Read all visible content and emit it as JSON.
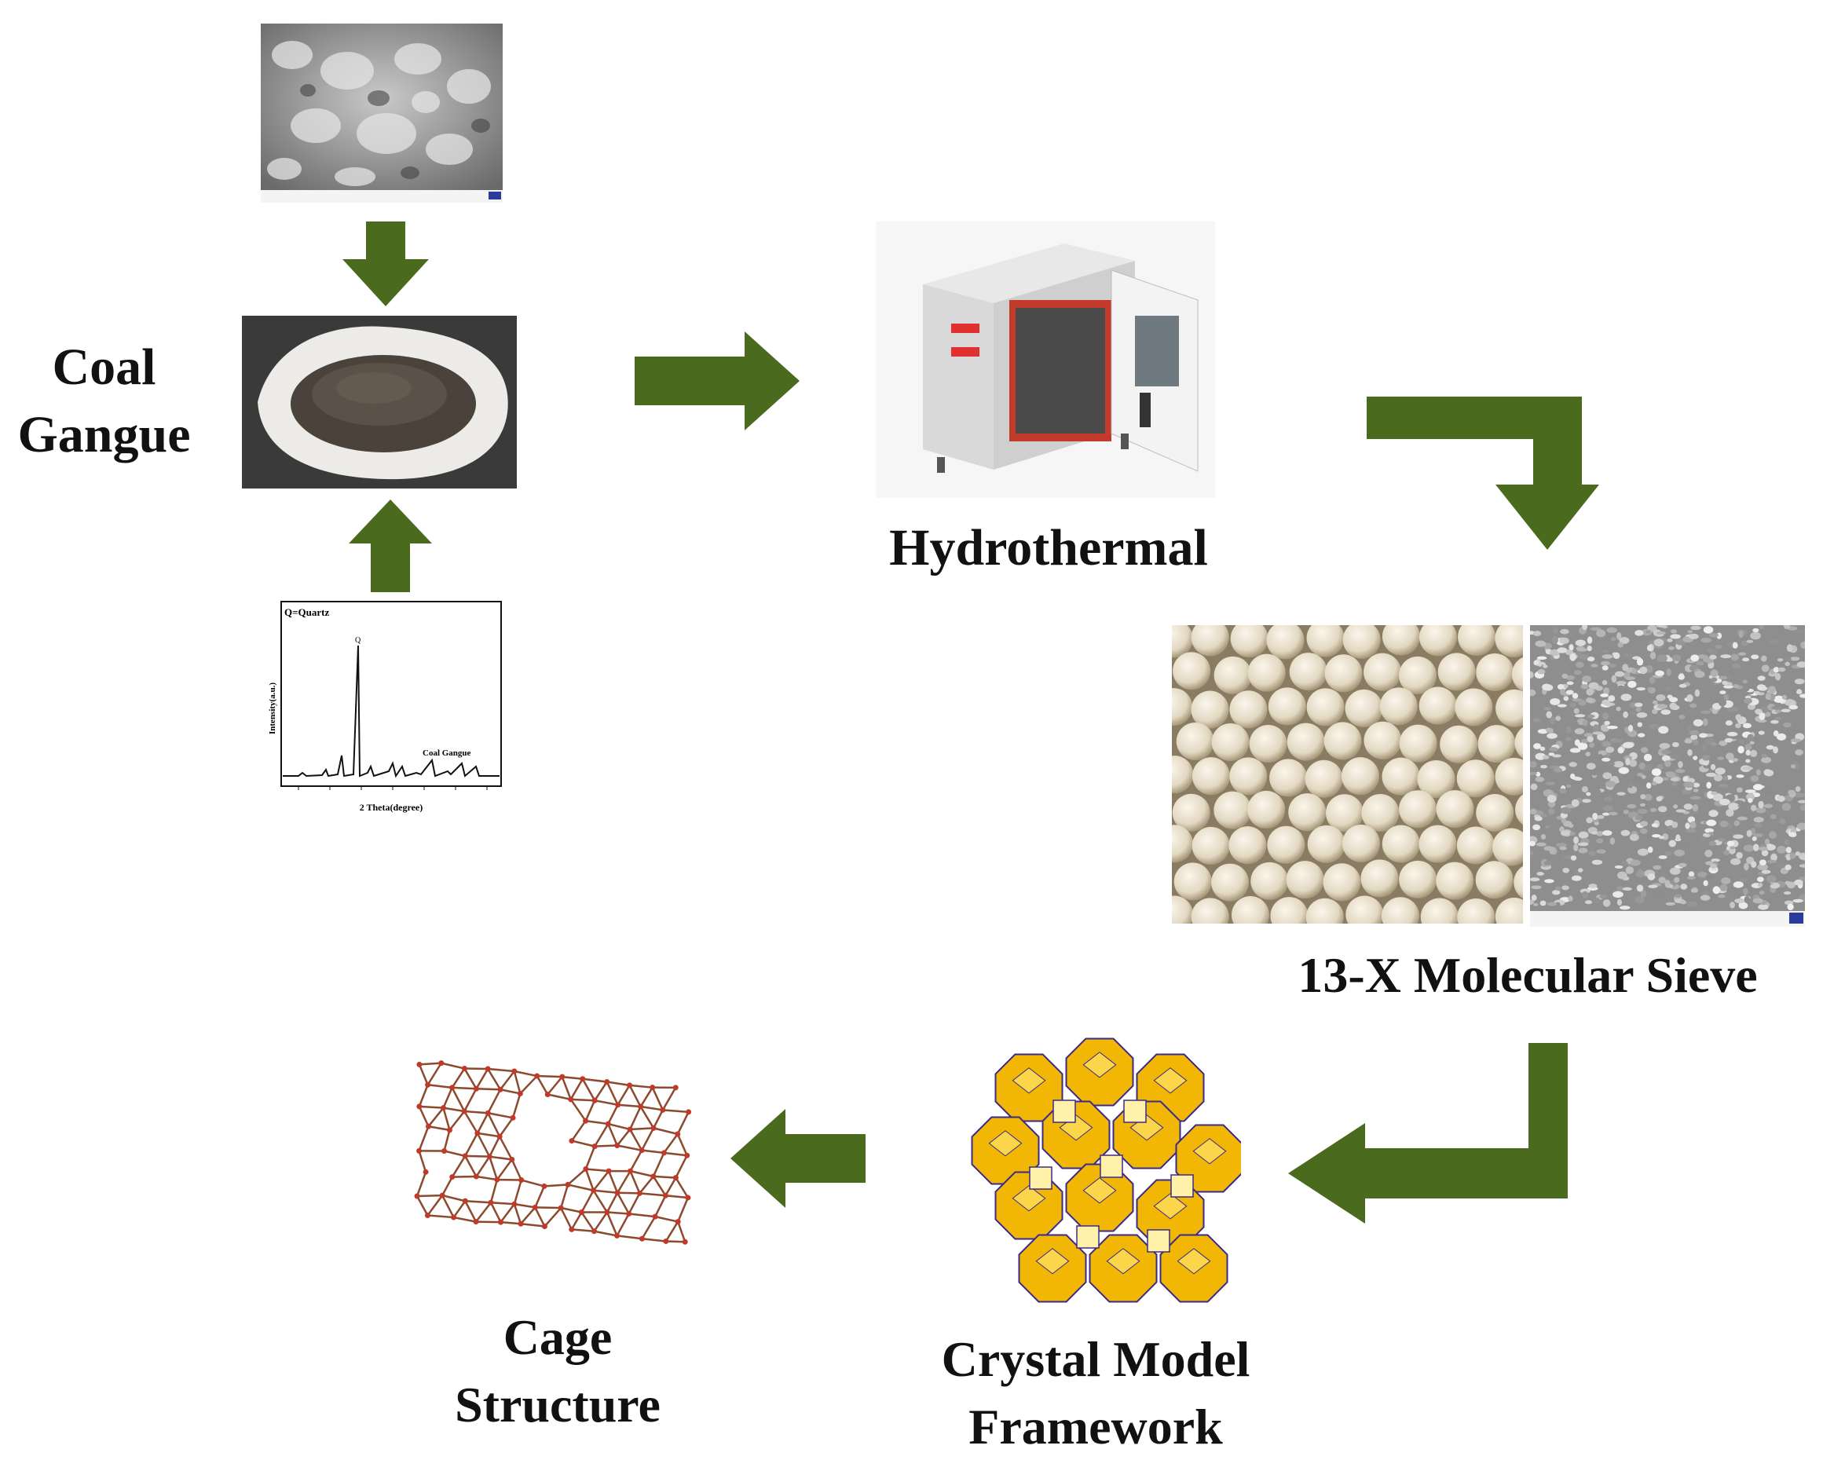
{
  "labels": {
    "coal_line1": "Coal",
    "coal_line2": "Gangue",
    "hydrothermal": "Hydrothermal",
    "sieve": "13-X Molecular Sieve",
    "cage_line1": "Cage",
    "cage_line2": "Structure",
    "crystal_line1": "Crystal Model",
    "crystal_line2": "Framework"
  },
  "xrd": {
    "legend": "Q=Quartz",
    "ylabel": "Intensity(a.u.)",
    "xlabel": "2 Theta(degree)",
    "sample": "Coal Gangue",
    "peak_marker": "Q"
  },
  "colors": {
    "arrow": "#4a6a1e",
    "background": "#ffffff",
    "cage_bond": "#8b4a2e",
    "crystal_face": "#f2b705",
    "crystal_edge": "#3a2a8a"
  },
  "icons": {
    "sem_top": "sem-micrograph-icon",
    "powder": "powder-dish-icon",
    "xrd": "xrd-chart-icon",
    "oven": "oven-icon",
    "beads": "sieve-beads-icon",
    "sem_sieve": "sem-sieve-icon",
    "crystal": "crystal-framework-icon",
    "cage": "cage-structure-icon"
  }
}
